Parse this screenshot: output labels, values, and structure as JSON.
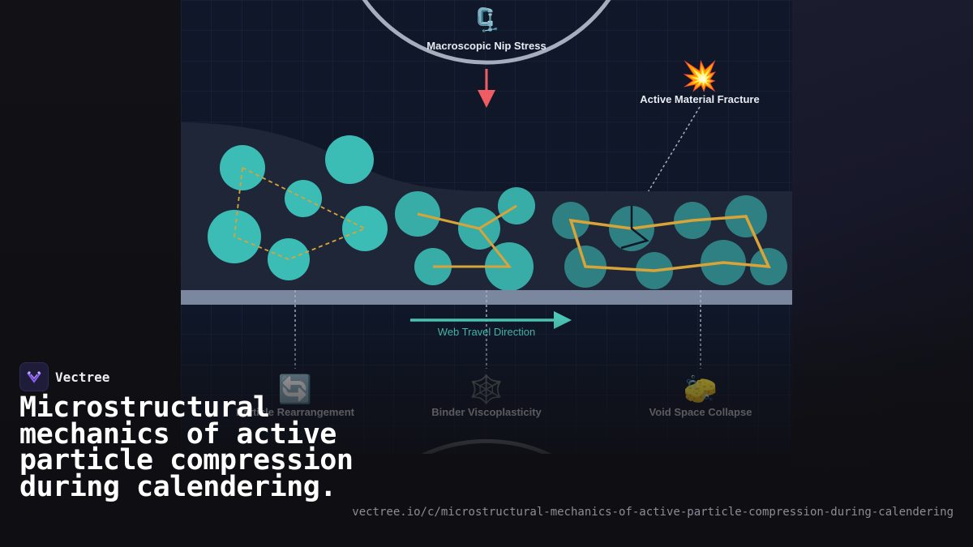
{
  "diagram": {
    "top_label": "Macroscopic Nip Stress",
    "top_icon": "🗜️",
    "fracture_label": "Active Material Fracture",
    "fracture_icon": "💥",
    "direction_label": "Web Travel Direction",
    "stages": [
      {
        "label": "Particle Rearrangement",
        "icon": "🔄"
      },
      {
        "label": "Binder Viscoplasticity",
        "icon": "🕸️"
      },
      {
        "label": "Void Space Collapse",
        "icon": "🧽"
      }
    ],
    "colors": {
      "background": "#0f1729",
      "grid": "#1c2a40",
      "coating": "#1e2638",
      "particle": "#3bbcb4",
      "binder": "#d9a437",
      "stress_arrow": "#ef5d63",
      "direction_arrow": "#4fd1c0",
      "substrate": "#7b879e",
      "roller": "#a6adbd"
    }
  },
  "brand": {
    "name": "Vectree",
    "icon": "vectree-logo-icon"
  },
  "headline": "Microstructural mechanics of active particle compression during calendering.",
  "url": "vectree.io/c/microstructural-mechanics-of-active-particle-compression-during-calendering"
}
